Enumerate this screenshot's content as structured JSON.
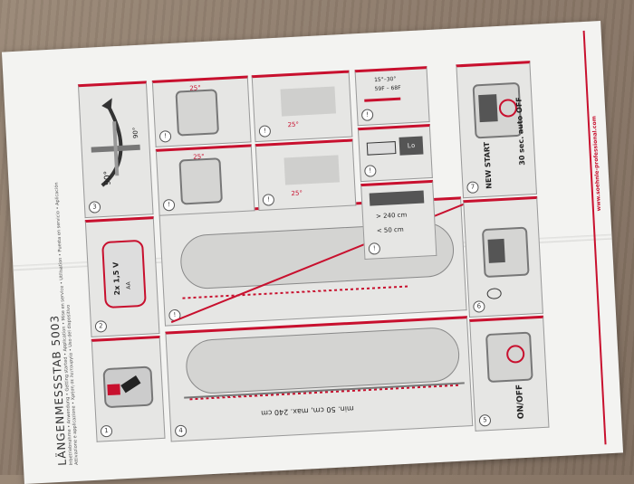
{
  "title": "LÄNGENMESSSTAB 5003",
  "subtitle_line1": "Inbetriebnahme • Anwendung • Getting started • Application • Mise en service • Utilisation • Puesta en servicio • Aplicación",
  "subtitle_line2": "Attivazione e applicazione • Χρήση σε λειτουργία • Uso del dispositivo",
  "website": "www.soehnle-professional.com",
  "panels": {
    "p1": {
      "num": "1"
    },
    "p2": {
      "num": "2",
      "battery": "2x 1,5 V",
      "battery_type": "AA"
    },
    "p3": {
      "num": "3",
      "angle_top": "90°",
      "angle_bottom": "90°"
    },
    "p4": {
      "num": "4",
      "range": "min. 50 cm, max. 240 cm"
    },
    "p5": {
      "num": "5",
      "onoff": "ON/OFF"
    },
    "p6": {
      "num": "6"
    },
    "p7": {
      "num": "7",
      "new_start": "NEW START",
      "auto_off": "30 sec. auto OFF"
    },
    "temp": {
      "num": "!",
      "range1": "15°–30°",
      "range2": "59F – 68F"
    },
    "battery_low": {
      "num": "!",
      "screen": "Lo"
    },
    "measure": {
      "num": "!",
      "max": "> 240 cm",
      "min": "< 50 cm"
    },
    "tilt_a": {
      "num": "!",
      "angle": "25°"
    },
    "tilt_b": {
      "num": "!",
      "angle": "25°"
    },
    "tilt_c": {
      "num": "!",
      "angle": "25°"
    },
    "tilt_d": {
      "num": "!",
      "angle": "25°"
    },
    "lying": {
      "num": "!"
    }
  }
}
